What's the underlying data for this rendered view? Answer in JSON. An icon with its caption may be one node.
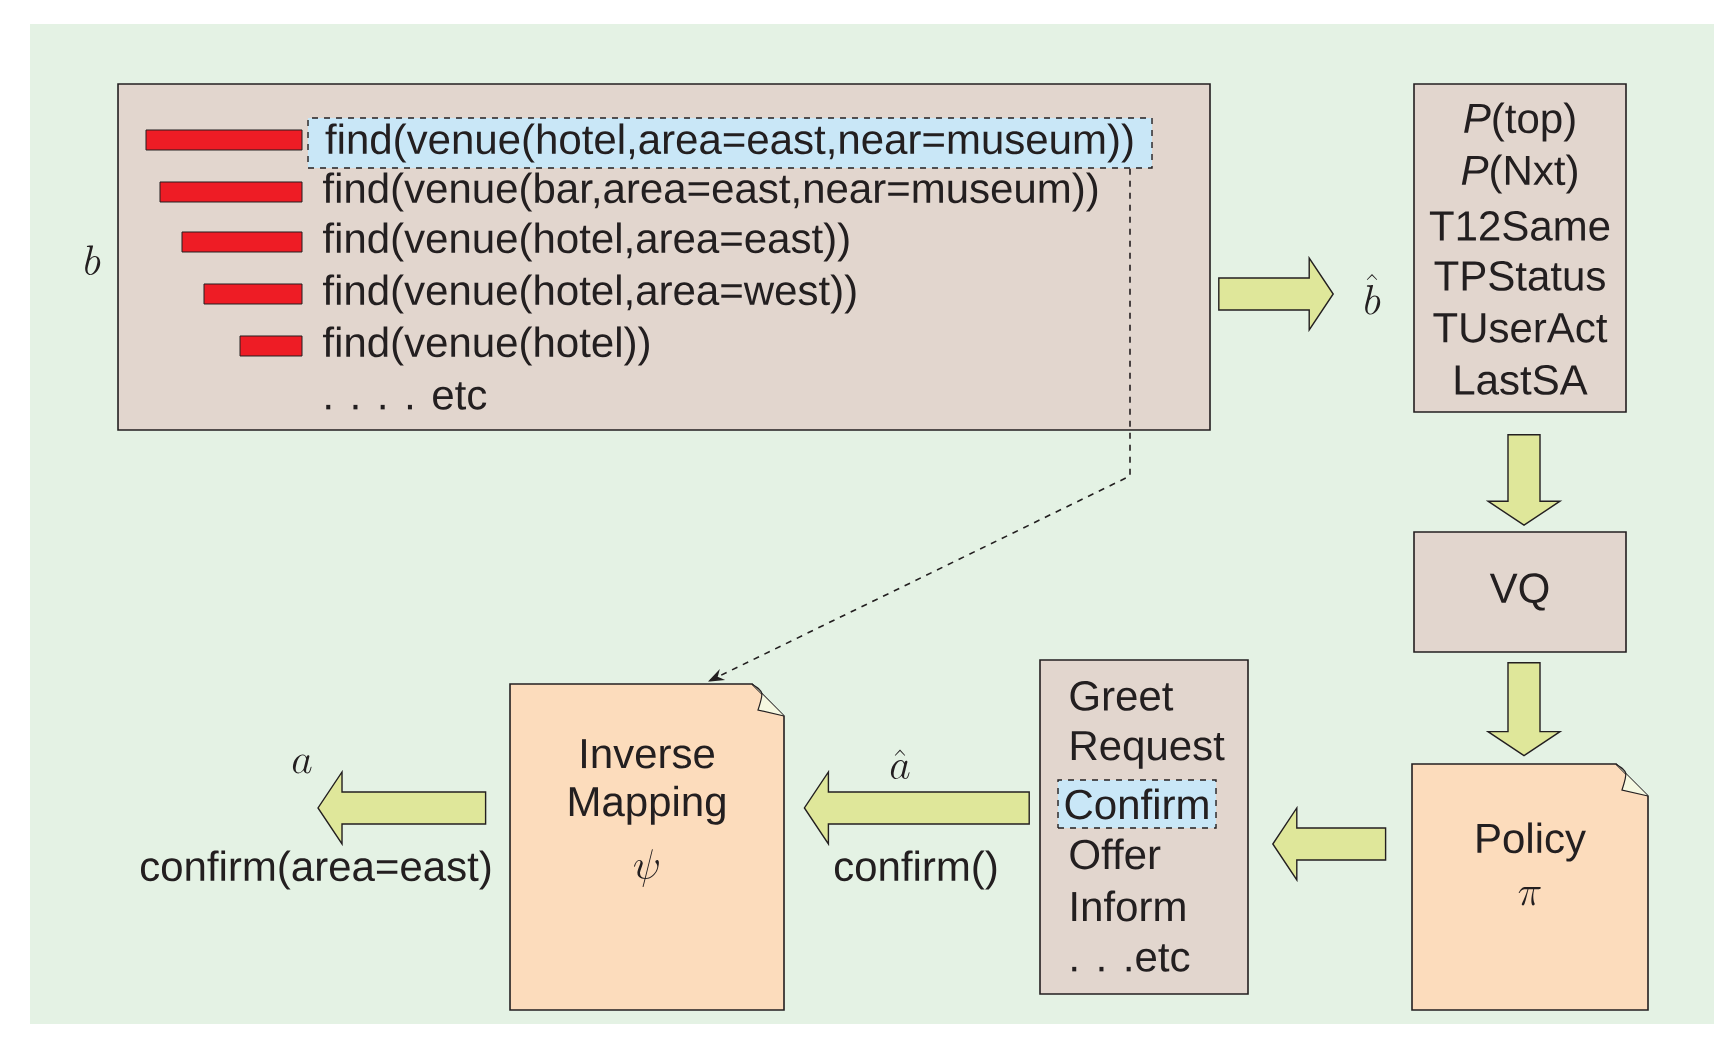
{
  "diagram": {
    "nodes": [
      {
        "text": [
          "find(venue(bar,area=east,near=museum))",
          "find(venue(hotel,area=east))",
          "find(venue(hotel,area=west))",
          "find(venue(hotel))",
          ". . . . etc"
        ],
        "beside": [
          "b"
        ]
      },
      {
        "text": [
          "find(venue(hotel,area=east,near=museum))"
        ],
        "in": 0
      },
      {
        "text": [
          "*P*(top)",
          "*P*(Nxt)",
          "T12Same",
          "TPStatus",
          "TUserAct",
          "LastSA"
        ],
        "beside": [
          "\\hat{b}"
        ]
      },
      {
        "text": [
          "VQ"
        ]
      },
      {
        "text": [
          "Policy",
          "\\pi"
        ]
      },
      {
        "text": [
          "Greet",
          "Request",
          "Offer",
          "Inform",
          ". . .etc"
        ]
      },
      {
        "text": [
          "Confirm"
        ],
        "in": 5
      },
      {
        "text": [
          "Inverse Mapping",
          "\\psi"
        ]
      }
    ],
    "edges": [
      {
        "from": 0,
        "to": 2,
        "arrow": "to"
      },
      {
        "from": 2,
        "to": 3,
        "arrow": "to"
      },
      {
        "from": 3,
        "to": 4,
        "arrow": "to"
      },
      {
        "from": 4,
        "to": 5,
        "arrow": "to"
      },
      {
        "from": 5,
        "to": 7,
        "arrow": "to",
        "label": "confirm()"
      },
      {
        "from": 7,
        "to": null,
        "arrow": "to",
        "label": "confirm(area=east)"
      },
      {
        "from": 1,
        "to": 7,
        "arrow": "to",
        "style": "dashed"
      }
    ],
    "labels": [
      "a",
      "\\hat{a}"
    ]
  }
}
